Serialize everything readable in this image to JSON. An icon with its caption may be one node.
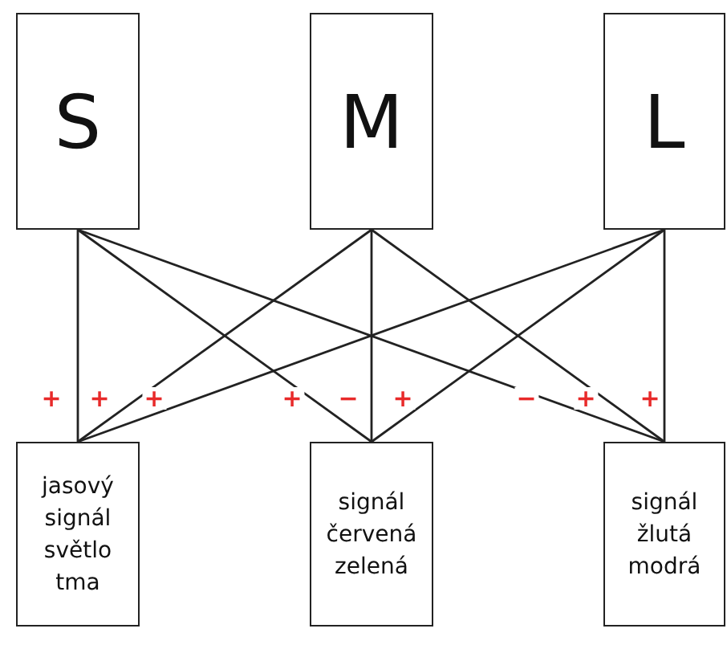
{
  "diagram": {
    "nodes": [
      {
        "text": [
          "S"
        ]
      },
      {
        "text": [
          "M"
        ]
      },
      {
        "text": [
          "L"
        ]
      },
      {
        "text": [
          "jasový signál světlo tma"
        ]
      },
      {
        "text": [
          "signál červená zelená"
        ]
      },
      {
        "text": [
          "signál žlutá modrá"
        ]
      }
    ],
    "edges": [
      {
        "from": 0,
        "to": 3,
        "arrow": "none",
        "label": "+"
      },
      {
        "from": 1,
        "to": 3,
        "arrow": "none",
        "label": "+"
      },
      {
        "from": 2,
        "to": 3,
        "arrow": "none",
        "label": "+"
      },
      {
        "from": 0,
        "to": 4,
        "arrow": "none",
        "label": "+"
      },
      {
        "from": 1,
        "to": 4,
        "arrow": "none",
        "label": "−"
      },
      {
        "from": 2,
        "to": 4,
        "arrow": "none",
        "label": "+"
      },
      {
        "from": 0,
        "to": 5,
        "arrow": "none",
        "label": "−"
      },
      {
        "from": 1,
        "to": 5,
        "arrow": "none",
        "label": "+"
      },
      {
        "from": 2,
        "to": 5,
        "arrow": "none",
        "label": "+"
      }
    ]
  }
}
